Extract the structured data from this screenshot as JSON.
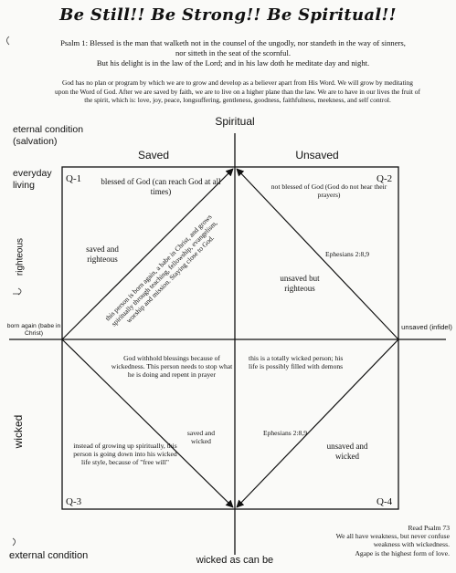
{
  "header": {
    "title": "Be Still!!  Be Strong!!  Be Spiritual!!",
    "psalm_line1": "Psalm 1:  Blessed is the man that walketh not in the counsel of the ungodly, nor standeth in the way of sinners,",
    "psalm_line2": "nor sitteth in the seat of the scornful.",
    "psalm_line3": "But his delight is in the law of the Lord; and in his law doth he meditate day and night.",
    "intro": "God has no plan or program by which we are to grow and develop as a believer apart from His Word. We will grow by meditating upon the Word of God. After we are saved by faith, we are to live on a higher plane than the law. We are to have in our lives the fruit of the spirit, which is: love, joy, peace, longsuffering, gentleness, goodness, faithfulness, meekness, and self control."
  },
  "axes": {
    "top": "Spiritual",
    "bottom": "wicked as can be",
    "left_top": "eternal condition (salvation)",
    "left_mid": "everyday living",
    "left_bottom": "external condition",
    "righteous": "righteous",
    "wicked": "wicked",
    "born_again": "born again (babe in Christ)",
    "unsaved_infidel": "unsaved (infidel)"
  },
  "columns": {
    "saved": "Saved",
    "unsaved": "Unsaved"
  },
  "quadrants": {
    "q1": {
      "label": "Q-1",
      "heading": "blessed of God (can reach God at all times)",
      "side": "saved and righteous",
      "diagonal": "this person is born again, a babe in Christ, and grows spiritually through teaching, fellowship, evangelism, worship and mission. Staying close to God."
    },
    "q2": {
      "label": "Q-2",
      "heading": "not blessed of God (God do not hear their prayers)",
      "ref": "Ephesians 2:8,9",
      "side": "unsaved but righteous"
    },
    "q3": {
      "label": "Q-3",
      "heading": "God withhold blessings because of wickedness. This person needs to stop what he is doing and repent in prayer",
      "side": "saved and wicked",
      "note": "instead of growing up spiritually, this person is going down into his wicked life style, because of \"free will\""
    },
    "q4": {
      "label": "Q-4",
      "heading": "this is a totally wicked person; his life is possibly filled with demons",
      "ref": "Ephesians 2:8,9",
      "side": "unsaved and wicked"
    }
  },
  "footer": {
    "read": "Read Psalm 73",
    "line1": "We all have weakness, but never confuse",
    "line2": "weakness with wickedness.",
    "line3": "Agape is the highest form of love."
  }
}
